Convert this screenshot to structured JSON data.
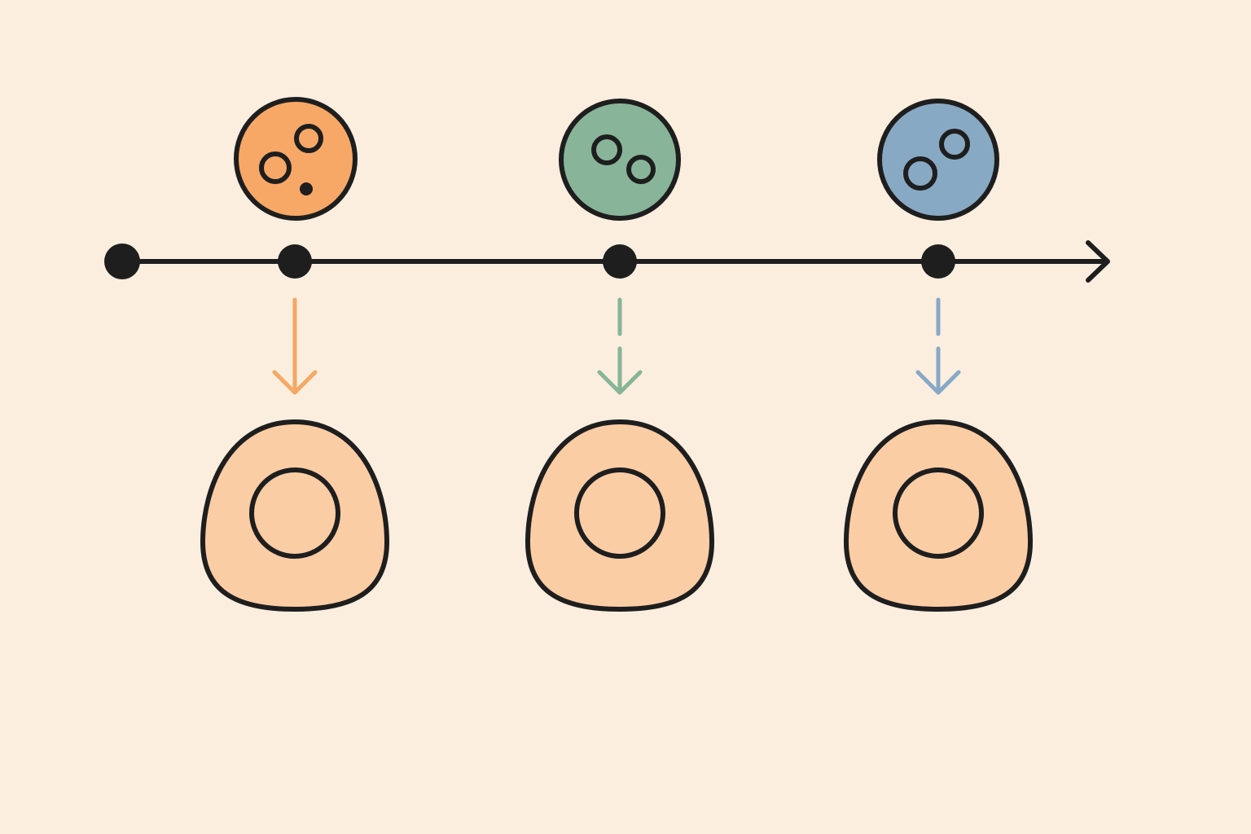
{
  "colors": {
    "background": "#FBEEDF",
    "ink": "#1E1E1E",
    "cell_fill": "#FBCDA5"
  },
  "timeline": {
    "has_start_point": true,
    "has_end_arrow": true
  },
  "stages": [
    {
      "particle_color": "#F7A866",
      "arrow_color": "#F4A864",
      "arrow_style": "solid",
      "particle_icon": "particle-cluster-icon",
      "cell_icon": "cell-icon"
    },
    {
      "particle_color": "#88B59A",
      "arrow_color": "#86B597",
      "arrow_style": "dashed",
      "particle_icon": "particle-cluster-icon",
      "cell_icon": "cell-icon"
    },
    {
      "particle_color": "#88A9C4",
      "arrow_color": "#86A9C6",
      "arrow_style": "dashed",
      "particle_icon": "particle-cluster-icon",
      "cell_icon": "cell-icon"
    }
  ]
}
